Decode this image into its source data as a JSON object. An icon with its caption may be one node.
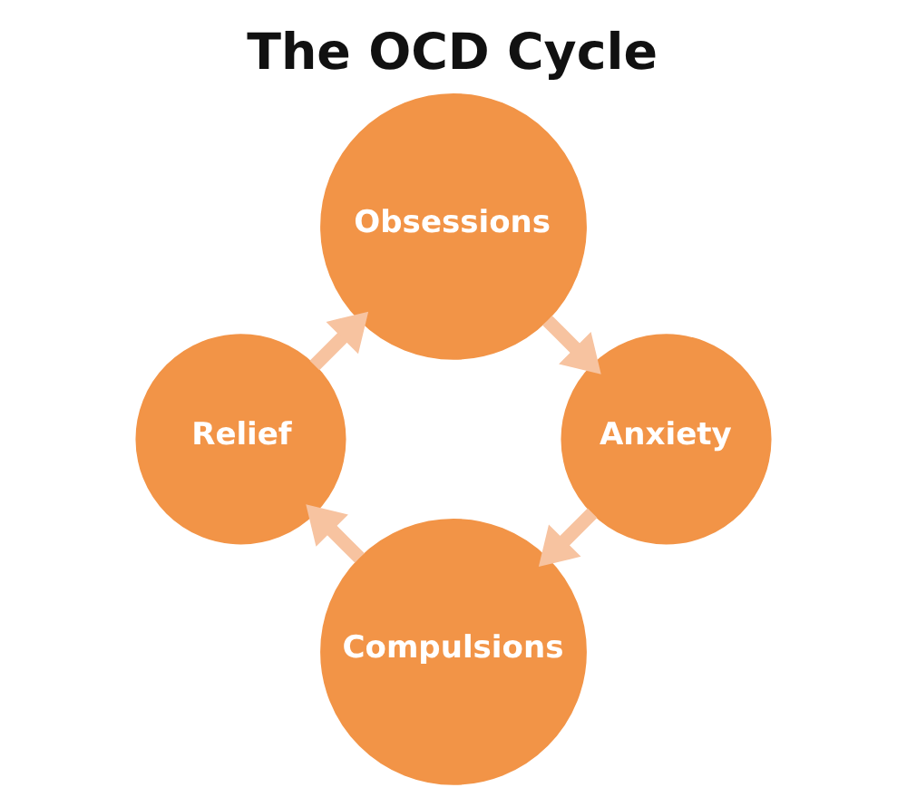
{
  "diagram": {
    "title": "The OCD Cycle",
    "nodes": [
      {
        "text": [
          "Obsessions"
        ]
      },
      {
        "text": [
          "Anxiety"
        ]
      },
      {
        "text": [
          "Compulsions"
        ]
      },
      {
        "text": [
          "Relief"
        ]
      }
    ],
    "edges": [
      {
        "from": 0,
        "to": 1,
        "arrow": "to"
      },
      {
        "from": 1,
        "to": 2,
        "arrow": "to"
      },
      {
        "from": 2,
        "to": 3,
        "arrow": "to"
      },
      {
        "from": 3,
        "to": 0,
        "arrow": "to"
      }
    ]
  }
}
